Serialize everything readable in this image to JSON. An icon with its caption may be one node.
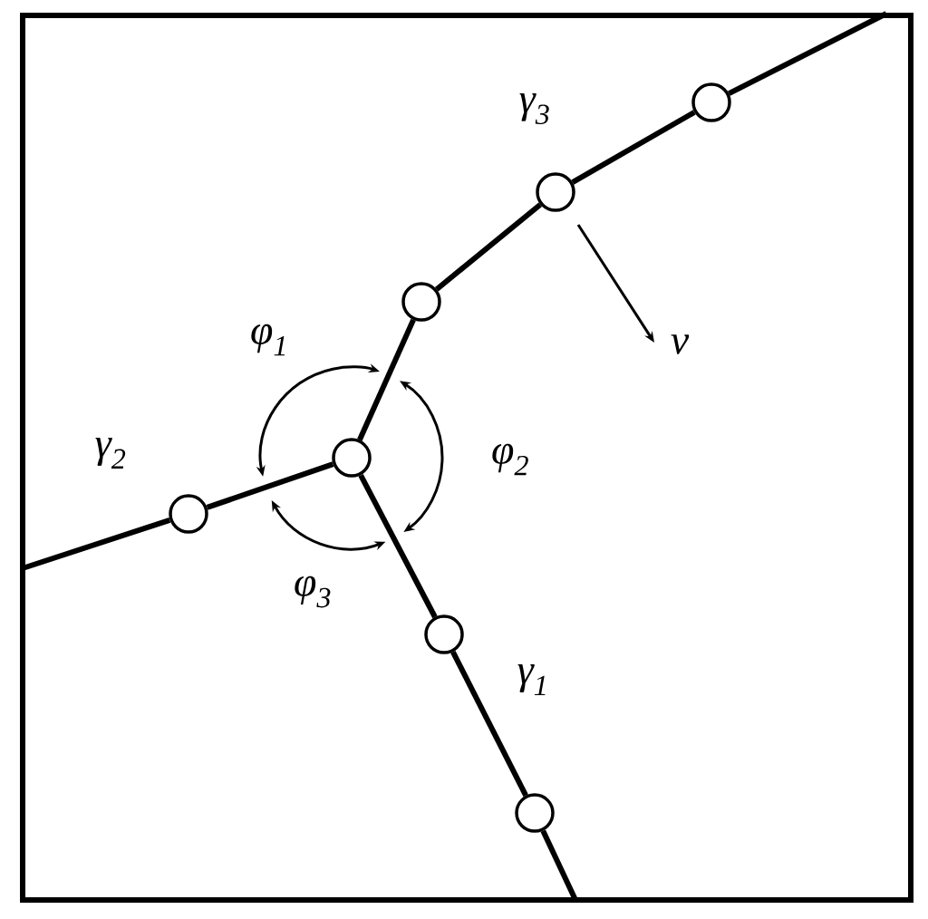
{
  "diagram": {
    "nodes": [
      {
        "text": [],
        "shape": "circle"
      },
      {
        "text": [],
        "shape": "circle"
      },
      {
        "text": [],
        "shape": "circle"
      },
      {
        "text": [],
        "shape": "circle"
      },
      {
        "text": [],
        "shape": "circle"
      },
      {
        "text": [],
        "shape": "circle"
      },
      {
        "text": [],
        "shape": "circle"
      }
    ],
    "edges": [
      {
        "from": 3,
        "to": 2,
        "arrow": "none"
      },
      {
        "from": 2,
        "to": 1,
        "arrow": "none"
      },
      {
        "from": 1,
        "to": 0,
        "arrow": "none"
      },
      {
        "from": null,
        "to": 0,
        "arrow": "none"
      },
      {
        "from": 3,
        "to": 4,
        "arrow": "none"
      },
      {
        "from": null,
        "to": 4,
        "arrow": "none"
      },
      {
        "from": 3,
        "to": 5,
        "arrow": "none"
      },
      {
        "from": 5,
        "to": 6,
        "arrow": "none"
      },
      {
        "from": null,
        "to": 6,
        "arrow": "none"
      }
    ],
    "labels": [
      "γ$_{3}$",
      "φ$_{1}$",
      "v",
      "γ$_{2}$",
      "φ$_{2}$",
      "φ$_{3}$",
      "γ$_{1}$"
    ]
  }
}
